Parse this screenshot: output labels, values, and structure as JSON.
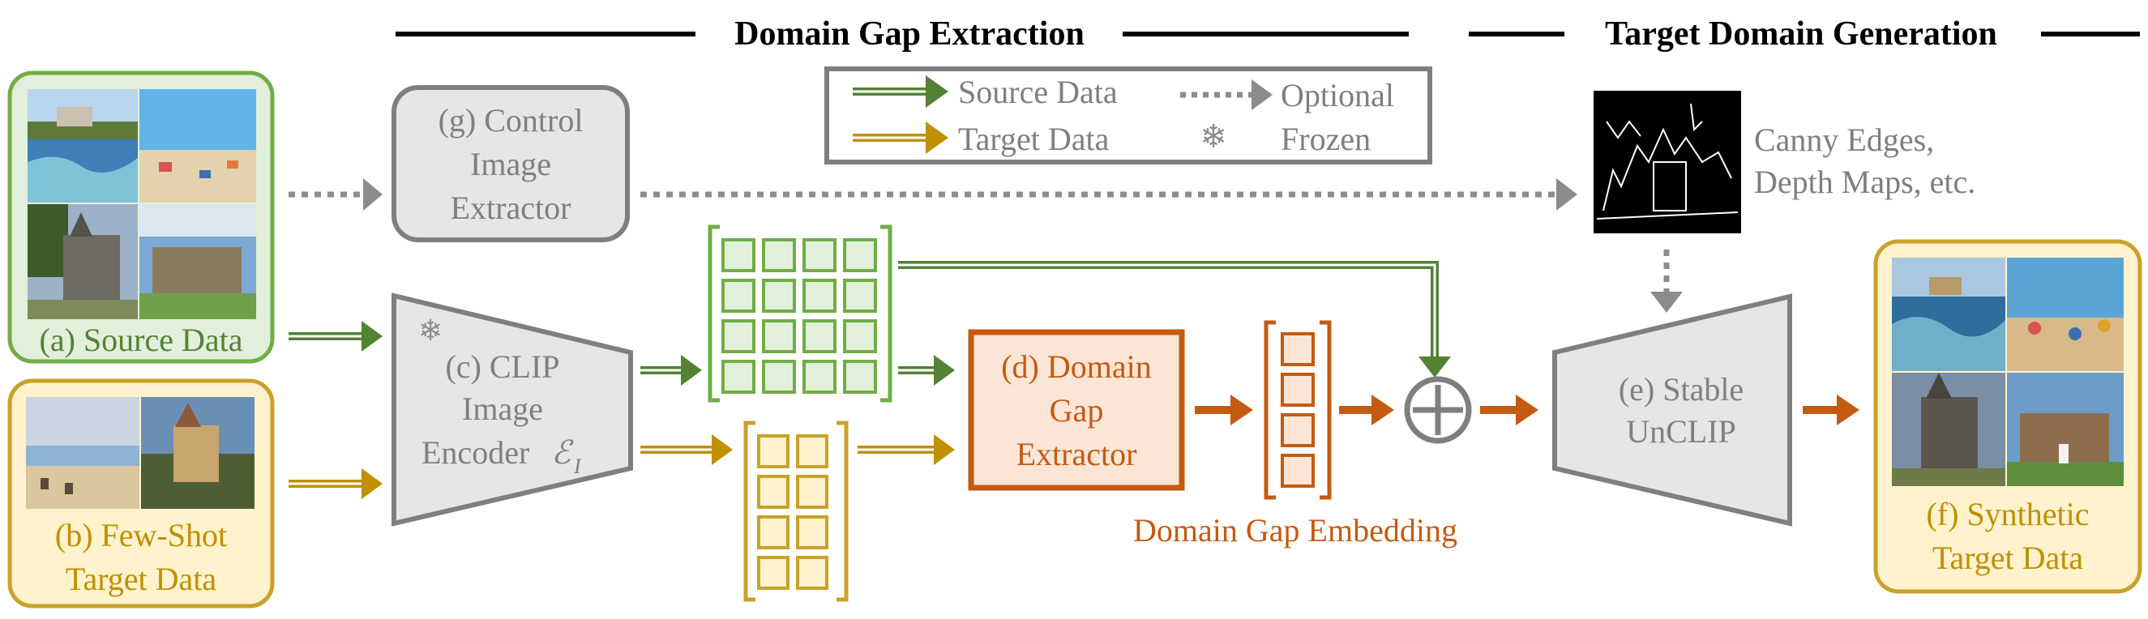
{
  "sections": {
    "gap_extraction": "Domain Gap Extraction",
    "target_generation": "Target Domain Generation"
  },
  "legend": {
    "source": "Source Data",
    "target": "Target Data",
    "optional": "Optional",
    "frozen_symbol": "❄",
    "frozen": "Frozen"
  },
  "nodes": {
    "source_data": "(a) Source Data",
    "fewshot_line1": "(b) Few-Shot",
    "fewshot_line2": "Target Data",
    "control_line1": "(g) Control",
    "control_line2": "Image",
    "control_line3": "Extractor",
    "clip_line1": "(c) CLIP",
    "clip_line2": "Image",
    "clip_line3": "Encoder",
    "clip_symbol": "ℰ",
    "clip_subscript": "I",
    "gap_line1": "(d) Domain",
    "gap_line2": "Gap",
    "gap_line3": "Extractor",
    "gap_embedding": "Domain Gap Embedding",
    "plus": "⊕",
    "canny_line1": "Canny Edges,",
    "canny_line2": "Depth Maps, etc.",
    "unclip_line1": "(e) Stable",
    "unclip_line2": "UnCLIP",
    "synth_line1": "(f) Synthetic",
    "synth_line2": "Target Data"
  },
  "colors": {
    "source": "#548235",
    "target": "#BF9000",
    "gap": "#C55A11",
    "gray": "#7F7F7F"
  }
}
